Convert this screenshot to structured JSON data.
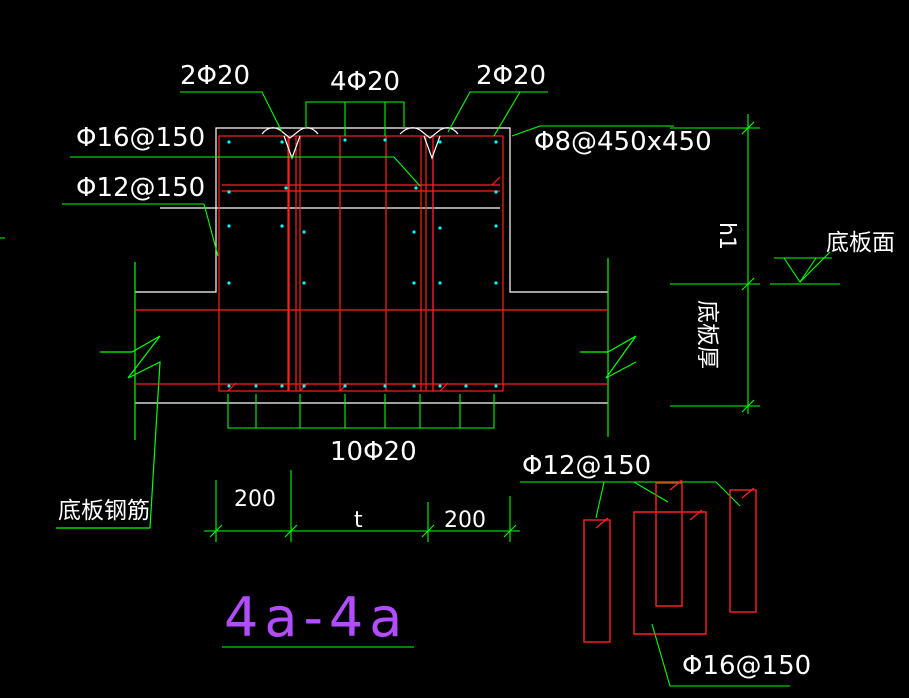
{
  "labels": {
    "top_left_bars": "2Φ20",
    "top_mid_bars": "4Φ20",
    "top_right_bars": "2Φ20",
    "stirrup_left": "Φ16@150",
    "tie_right": "Φ8@450x450",
    "side_bars": "Φ12@150",
    "bottom_bars": "10Φ20",
    "dim_left": "200",
    "dim_mid": "t",
    "dim_right": "200",
    "height_h1": "h1",
    "slab_surface": "底板面",
    "slab_thickness": "底板厚",
    "slab_rebar": "底板钢筋",
    "detail_top_label": "Φ12@150",
    "detail_bottom_label": "Φ16@150",
    "section_title": "4a-4a"
  },
  "colors": {
    "background": "#000000",
    "outline": "#ffffff",
    "leader": "#00ff00",
    "rebar": "#ff2020",
    "bar_dot": "#00ffff",
    "title": "#b14cff"
  }
}
